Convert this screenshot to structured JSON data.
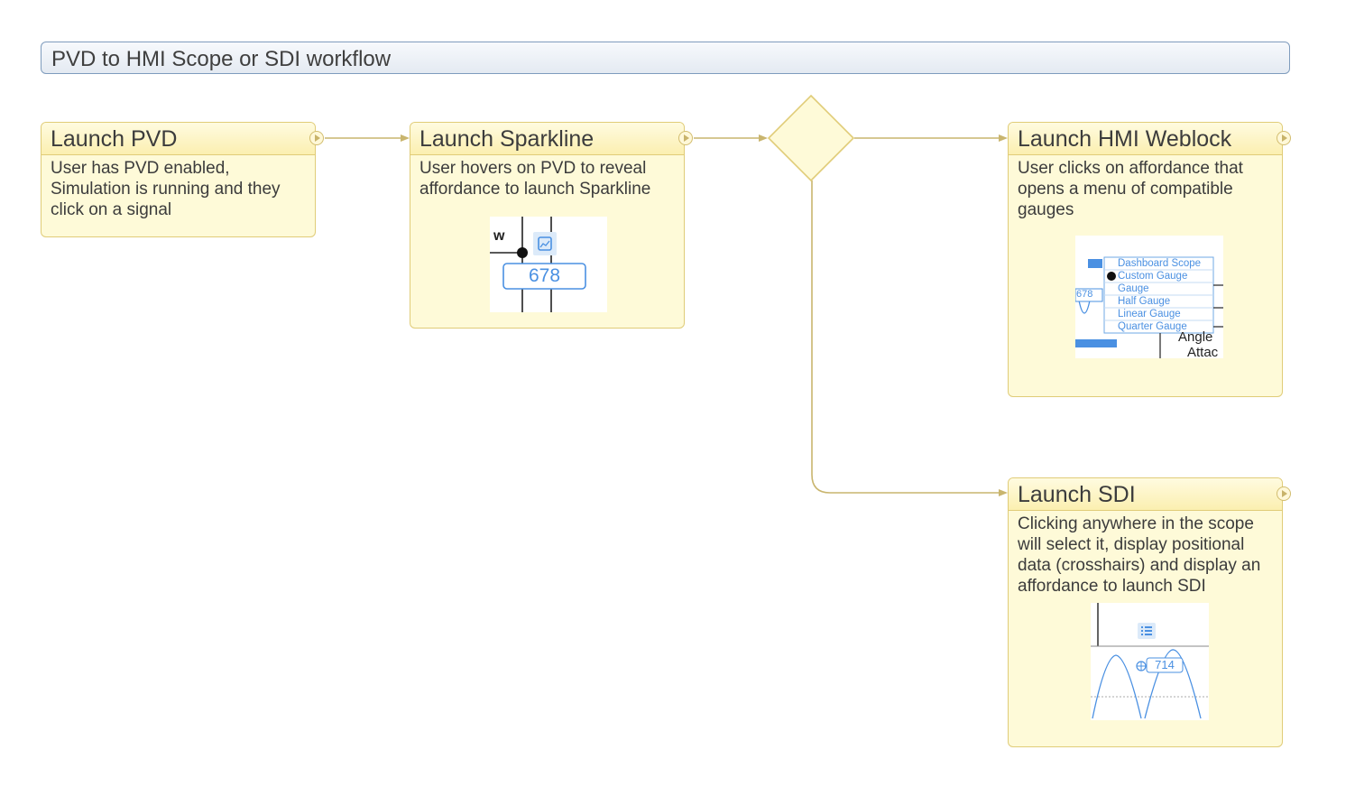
{
  "title": "PVD to HMI Scope or SDI workflow",
  "steps": [
    {
      "title": "Launch PVD",
      "description": "User has PVD enabled, Simulation is running and they click on a signal"
    },
    {
      "title": "Launch Sparkline",
      "description": "User hovers on PVD to reveal affordance to launch Sparkline"
    },
    {
      "title": "Launch HMI Weblock",
      "description": "User clicks on affordance that opens a menu of compatible gauges"
    },
    {
      "title": "Launch SDI",
      "description": "Clicking anywhere in the scope will select it, display positional data (crosshairs) and display an affordance to launch SDI"
    }
  ],
  "sparkline_thumb": {
    "signal_label": "w",
    "value": "678"
  },
  "gauge_thumb": {
    "value": "678",
    "menu": [
      "Dashboard Scope",
      "Custom Gauge",
      "Gauge",
      "Half Gauge",
      "Linear Gauge",
      "Quarter Gauge"
    ],
    "label_line1": "Angle",
    "label_line2": "Attac"
  },
  "sdi_thumb": {
    "value": "714"
  },
  "colors": {
    "box_fill": "#fefad8",
    "box_border": "#e0cc78",
    "wire": "#c9b56e",
    "accent_blue": "#4a90e2",
    "title_border": "#7f9cbd"
  }
}
